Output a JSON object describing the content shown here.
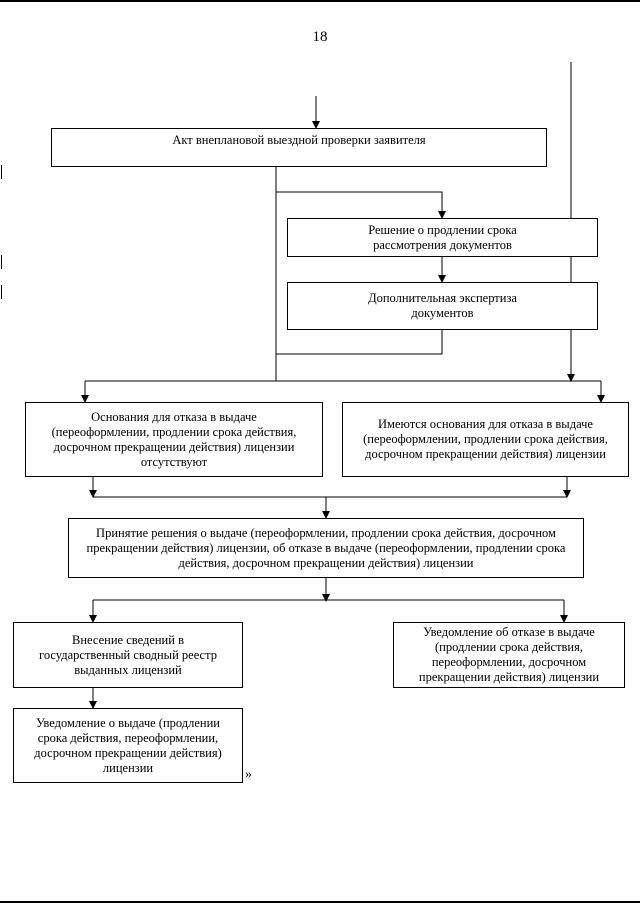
{
  "page": {
    "number": "18",
    "closing_mark": "»"
  },
  "flowchart": {
    "act_box": "Акт внеплановой выездной проверки заявителя",
    "extension_box": "Решение о продлении срока\nрассмотрения документов",
    "expertise_box": "Дополнительная экспертиза\nдокументов",
    "no_grounds_box": "Основания для отказа в выдаче\n(переоформлении, продлении срока действия,\nдосрочном прекращении действия) лицензии\nотсутствуют",
    "grounds_box": "Имеются основания для отказа в выдаче\n(переоформлении, продлении срока действия,\nдосрочном прекращении действия) лицензии",
    "decision_box": "Принятие решения о выдаче (переоформлении, продлении срока действия, досрочном\nпрекращении действия) лицензии, об отказе в выдаче (переоформлении, продлении срока\nдействия, досрочном прекращении действия) лицензии",
    "registry_box": "Внесение сведений в\nгосударственный сводный реестр\nвыданных лицензий",
    "refusal_notice_box": "Уведомление об отказе в выдаче\n(продлении срока действия,\nпереоформлении, досрочном\nпрекращении действия) лицензии",
    "issue_notice_box": "Уведомление о выдаче (продлении\nсрока действия, переоформлении,\nдосрочном прекращении действия)\nлицензии"
  }
}
